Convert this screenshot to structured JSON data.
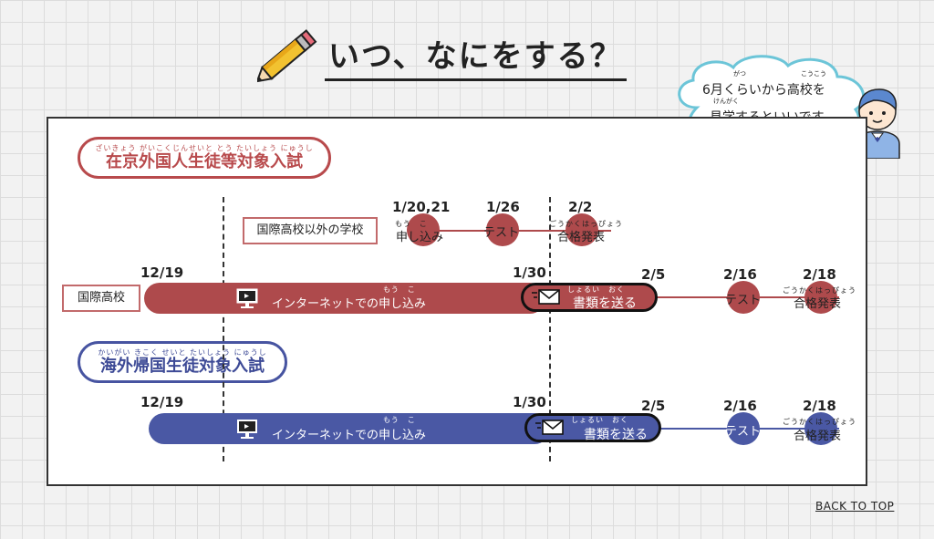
{
  "header": {
    "title": "いつ、なにをする？"
  },
  "speech": {
    "ruby1": "がつ",
    "ruby2": "こうこう",
    "ruby3": "けんがく",
    "line1": "6月くらいから高校を",
    "line2": "見学するといいです"
  },
  "sections": {
    "resident": {
      "title": "在京外国人生徒等対象入試",
      "ruby": "ざいきょう がいこくじんせいと とう たいしょう にゅうし"
    },
    "returnee": {
      "title": "海外帰国生徒対象入試",
      "ruby": "かいがい きこく せいと たいしょう にゅうし"
    }
  },
  "timeline": {
    "other_school_label": "国際高校以外の学校",
    "intl_school_label": "国際高校",
    "other": {
      "dates": [
        "1/20,21",
        "1/26",
        "2/2"
      ],
      "apply": {
        "ruby": "もう　こ",
        "label": "申し込み"
      },
      "test": "テスト",
      "result": {
        "ruby": "ごうかくはっぴょう",
        "label": "合格発表"
      }
    },
    "main": {
      "start_date": "12/19",
      "end_date": "1/30",
      "doc_date": "2/5",
      "test_date": "2/16",
      "result_date": "2/18",
      "internet": {
        "ruby": "もう　こ",
        "label": "インターネットでの申し込み"
      },
      "docs": {
        "ruby": "しょるい　おく",
        "label": "書類を送る"
      },
      "test": "テスト",
      "result": {
        "ruby": "ごうかくはっぴょう",
        "label": "合格発表"
      }
    }
  },
  "footer": {
    "back_to_top": "BACK TO TOP"
  },
  "colors": {
    "red": "#ae4a4c",
    "blue": "#4a58a4",
    "cyan": "#6cc5d8"
  },
  "icons": [
    "pencil-icon",
    "monitor-icon",
    "envelope-icon",
    "student-avatar"
  ]
}
